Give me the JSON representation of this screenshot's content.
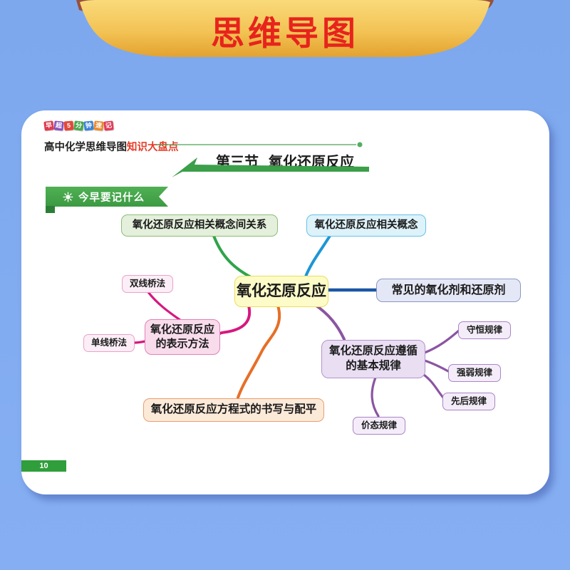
{
  "banner": {
    "title": "思维导图",
    "text_color": "#e7231c",
    "gold_top": "#f9da7a",
    "gold_bottom": "#e3a22f"
  },
  "header": {
    "logo_tiles": [
      "早",
      "超",
      "5",
      "分",
      "钟",
      "速",
      "记"
    ],
    "series_title_black": "高中化学思维导图",
    "series_title_red": "知识大盘点",
    "section_label": "第三节",
    "section_title": "氧化还原反应",
    "accent_green": "#3c9f4a"
  },
  "ribbon": {
    "label": "今早要记什么",
    "color": "#43a047"
  },
  "footer": {
    "page_number": "10",
    "bar_color": "#2f9e3b"
  },
  "mindmap": {
    "center": {
      "label": "氧化还原反应",
      "fill": "#fdfbc8",
      "border": "#e9de5e"
    },
    "branches": [
      {
        "id": "concept-relations",
        "label": "氧化还原反应相关概念间关系",
        "fill": "#e4f0db",
        "border": "#8cbd79",
        "line_color": "#2ea44a"
      },
      {
        "id": "related-concepts",
        "label": "氧化还原反应相关概念",
        "fill": "#def2fa",
        "border": "#63c3e8",
        "line_color": "#1d96d5"
      },
      {
        "id": "common-oxidants-reductants",
        "label": "常见的氧化剂和还原剂",
        "fill": "#e4e8f6",
        "border": "#8c96c4",
        "line_color": "#1c56a4"
      },
      {
        "id": "representation-methods",
        "label_line1": "氧化还原反应",
        "label_line2": "的表示方法",
        "fill": "#f8dcec",
        "border": "#e27fb8",
        "line_color": "#d6187e",
        "children": [
          {
            "label": "双线桥法"
          },
          {
            "label": "单线桥法"
          }
        ]
      },
      {
        "id": "basic-rules",
        "label_line1": "氧化还原反应遵循",
        "label_line2": "的基本规律",
        "fill": "#e9def2",
        "border": "#b394cc",
        "line_color": "#8b55a2",
        "children": [
          {
            "label": "守恒规律"
          },
          {
            "label": "强弱规律"
          },
          {
            "label": "先后规律"
          },
          {
            "label": "价态规律"
          }
        ]
      },
      {
        "id": "equation-writing-balancing",
        "label": "氧化还原反应方程式的书写与配平",
        "fill": "#fcead9",
        "border": "#ea9e70",
        "line_color": "#e66f28"
      }
    ]
  }
}
